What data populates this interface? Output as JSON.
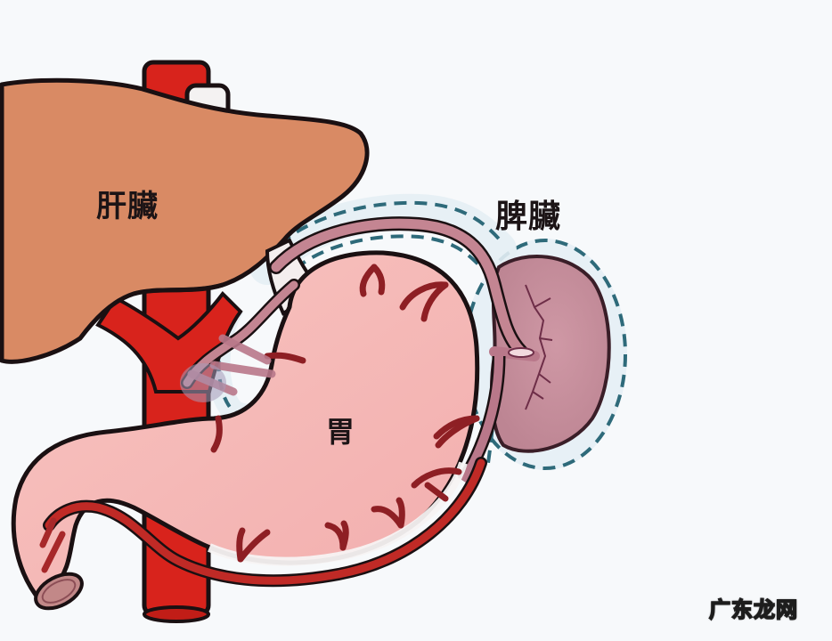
{
  "diagram": {
    "subject": "Stomach blood supply anatomy",
    "labels": {
      "liver": "肝臟",
      "spleen": "脾臟",
      "stomach": "胃"
    },
    "watermark": "广东龙网"
  },
  "colors": {
    "background": "#f7f9fb",
    "liver": "#d98a64",
    "stomach": "#f5b8b6",
    "spleen": "#c98f9c",
    "aorta": "#d8231c",
    "artery": "#a7282a",
    "vein_overlay": "#b9788a",
    "outline": "#1a1012",
    "dashed_boundary": "#2e6a7a",
    "boundary_halo": "#e3edf3"
  }
}
